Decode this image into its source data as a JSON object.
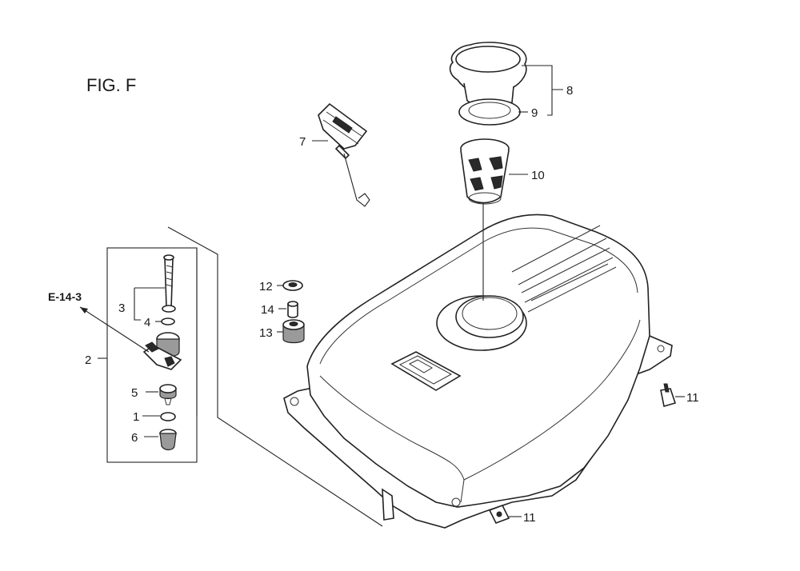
{
  "figure_title": "FIG. F",
  "reference": "E-14-3",
  "callouts": {
    "c1": "1",
    "c2": "2",
    "c3": "3",
    "c4": "4",
    "c5": "5",
    "c6": "6",
    "c7": "7",
    "c8": "8",
    "c9": "9",
    "c10": "10",
    "c11a": "11",
    "c11b": "11",
    "c12": "12",
    "c13": "13",
    "c14": "14"
  }
}
